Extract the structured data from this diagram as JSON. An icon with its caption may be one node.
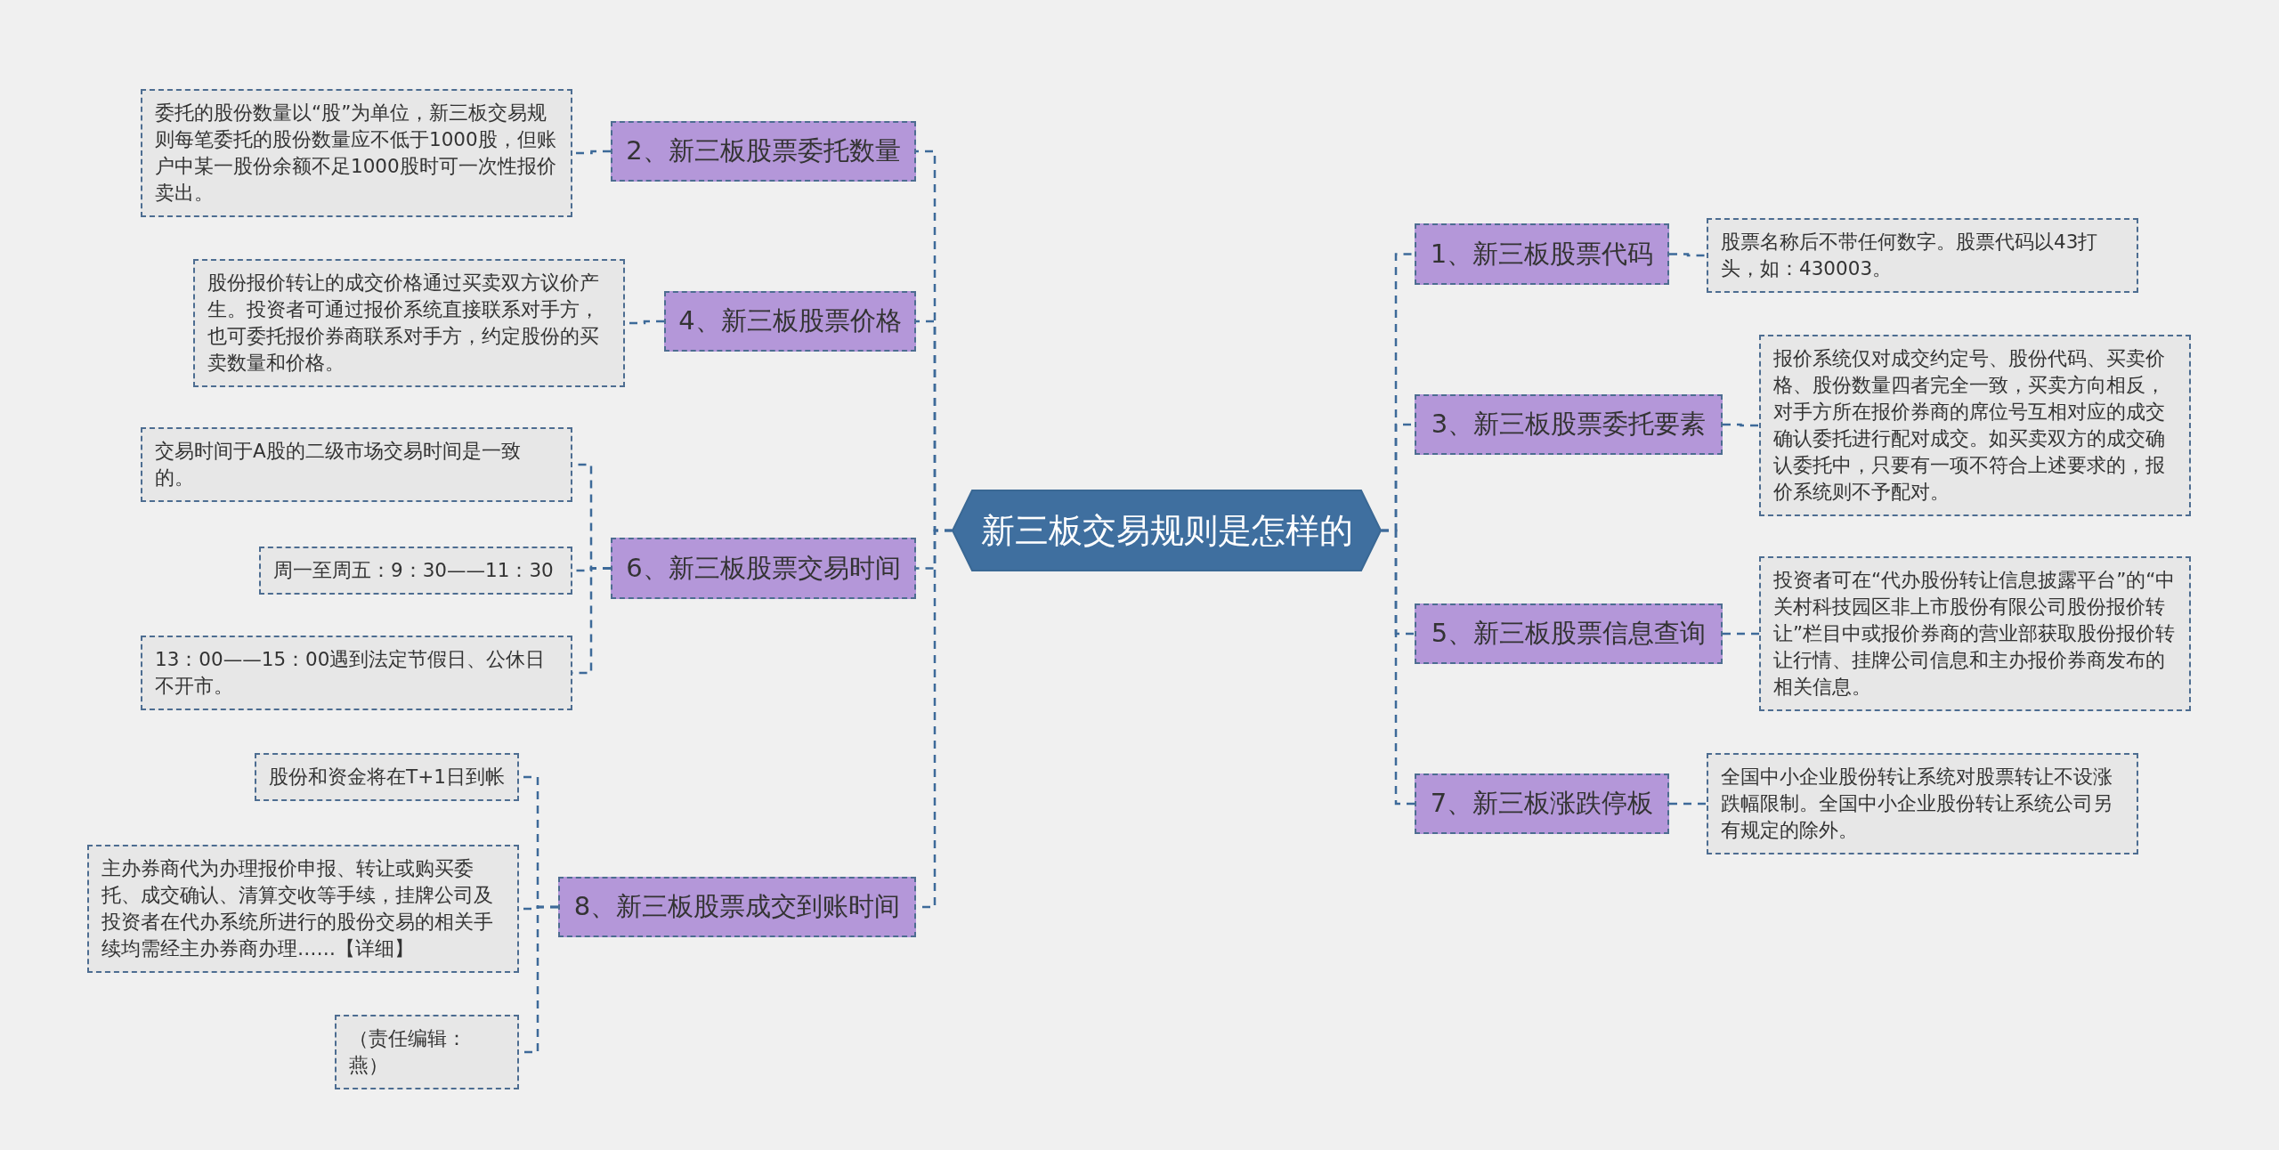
{
  "diagram": {
    "nodes": [
      {
        "text": [
          "新三板交易规则是怎样的"
        ]
      },
      {
        "text": [
          "1、新三板股票代码"
        ]
      },
      {
        "text": [
          "股票名称后不带任何数字。股票代码以43打头，如：430003。"
        ]
      },
      {
        "text": [
          "2、新三板股票委托数量"
        ]
      },
      {
        "text": [
          "委托的股份数量以“股”为单位，新三板交易规则每笔委托的股份数量应不低于1000股，但账户中某一股份余额不足1000股时可一次性报价卖出。"
        ]
      },
      {
        "text": [
          "3、新三板股票委托要素"
        ]
      },
      {
        "text": [
          "报价系统仅对成交约定号、股份代码、买卖价格、股份数量四者完全一致，买卖方向相反，对手方所在报价券商的席位号互相对应的成交确认委托进行配对成交。如买卖双方的成交确认委托中，只要有一项不符合上述要求的，报价系统则不予配对。"
        ]
      },
      {
        "text": [
          "4、新三板股票价格"
        ]
      },
      {
        "text": [
          "股份报价转让的成交价格通过买卖双方议价产生。投资者可通过报价系统直接联系对手方，也可委托报价券商联系对手方，约定股份的买卖数量和价格。"
        ]
      },
      {
        "text": [
          "5、新三板股票信息查询"
        ]
      },
      {
        "text": [
          "投资者可在“代办股份转让信息披露平台”的“中关村科技园区非上市股份有限公司股份报价转让”栏目中或报价券商的营业部获取股份报价转让行情、挂牌公司信息和主办报价券商发布的相关信息。"
        ]
      },
      {
        "text": [
          "6、新三板股票交易时间"
        ]
      },
      {
        "text": [
          "交易时间于A股的二级市场交易时间是一致的。"
        ]
      },
      {
        "text": [
          "周一至周五：9：30——11：30"
        ]
      },
      {
        "text": [
          "13：00——15：00遇到法定节假日、公休日不开市。"
        ]
      },
      {
        "text": [
          "7、新三板涨跌停板"
        ]
      },
      {
        "text": [
          "全国中小企业股份转让系统对股票转让不设涨跌幅限制。全国中小企业股份转让系统公司另有规定的除外。"
        ]
      },
      {
        "text": [
          "8、新三板股票成交到账时间"
        ]
      },
      {
        "text": [
          "股份和资金将在T+1日到帐"
        ]
      },
      {
        "text": [
          "主办券商代为办理报价申报、转让或购买委托、成交确认、清算交收等手续，挂牌公司及投资者在代办系统所进行的股份交易的相关手续均需经主办券商办理……【详细】"
        ]
      },
      {
        "text": [
          "（责任编辑：燕）"
        ]
      }
    ],
    "edges": [
      {
        "from": 0,
        "to": 1,
        "arrow": "none",
        "style": "dashed"
      },
      {
        "from": 1,
        "to": 2,
        "arrow": "none",
        "style": "dashed"
      },
      {
        "from": 0,
        "to": 3,
        "arrow": "none",
        "style": "dashed"
      },
      {
        "from": 3,
        "to": 4,
        "arrow": "none",
        "style": "dashed"
      },
      {
        "from": 0,
        "to": 5,
        "arrow": "none",
        "style": "dashed"
      },
      {
        "from": 5,
        "to": 6,
        "arrow": "none",
        "style": "dashed"
      },
      {
        "from": 0,
        "to": 7,
        "arrow": "none",
        "style": "dashed"
      },
      {
        "from": 7,
        "to": 8,
        "arrow": "none",
        "style": "dashed"
      },
      {
        "from": 0,
        "to": 9,
        "arrow": "none",
        "style": "dashed"
      },
      {
        "from": 9,
        "to": 10,
        "arrow": "none",
        "style": "dashed"
      },
      {
        "from": 0,
        "to": 11,
        "arrow": "none",
        "style": "dashed"
      },
      {
        "from": 11,
        "to": 12,
        "arrow": "none",
        "style": "dashed"
      },
      {
        "from": 11,
        "to": 13,
        "arrow": "none",
        "style": "dashed"
      },
      {
        "from": 11,
        "to": 14,
        "arrow": "none",
        "style": "dashed"
      },
      {
        "from": 0,
        "to": 15,
        "arrow": "none",
        "style": "dashed"
      },
      {
        "from": 15,
        "to": 16,
        "arrow": "none",
        "style": "dashed"
      },
      {
        "from": 0,
        "to": 17,
        "arrow": "none",
        "style": "dashed"
      },
      {
        "from": 17,
        "to": 18,
        "arrow": "none",
        "style": "dashed"
      },
      {
        "from": 17,
        "to": 19,
        "arrow": "none",
        "style": "dashed"
      },
      {
        "from": 17,
        "to": 20,
        "arrow": "none",
        "style": "dashed"
      }
    ]
  }
}
